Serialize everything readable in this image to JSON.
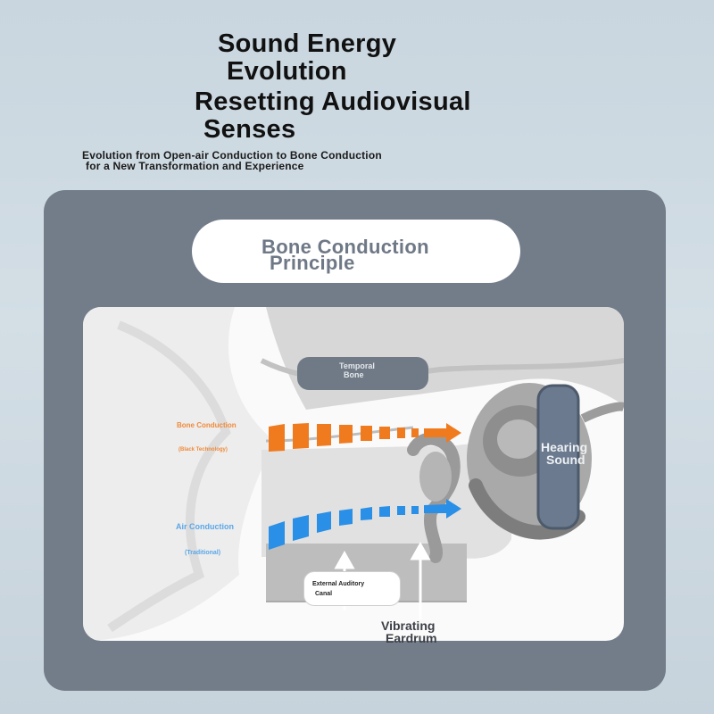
{
  "header": {
    "title_line1": "Sound Energy",
    "title_line2": "Evolution",
    "title2_line1": "Resetting Audiovisual",
    "title2_line2": "Senses",
    "subtitle_line1": "Evolution from Open-air Conduction to Bone Conduction",
    "subtitle_line2": "for a New Transformation and Experience"
  },
  "panel": {
    "heading_line1": "Bone Conduction",
    "heading_line2": "Principle"
  },
  "diagram": {
    "bone_conduction_label": "Bone Conduction",
    "bone_conduction_sub": "(Black Technology)",
    "air_conduction_label": "Air Conduction",
    "air_conduction_sub": "(Traditional)",
    "temporal_line1": "Temporal",
    "temporal_line2": "Bone",
    "hearing_line1": "Hearing",
    "hearing_line2": "Sound",
    "canal_line1": "External Auditory",
    "canal_line2": "Canal",
    "eardrum_line1": "Vibrating",
    "eardrum_line2": "Eardrum"
  },
  "colors": {
    "bone_arrow": "#f07a1e",
    "air_arrow": "#2a8fe6",
    "panel_bg": "#737d8a"
  }
}
